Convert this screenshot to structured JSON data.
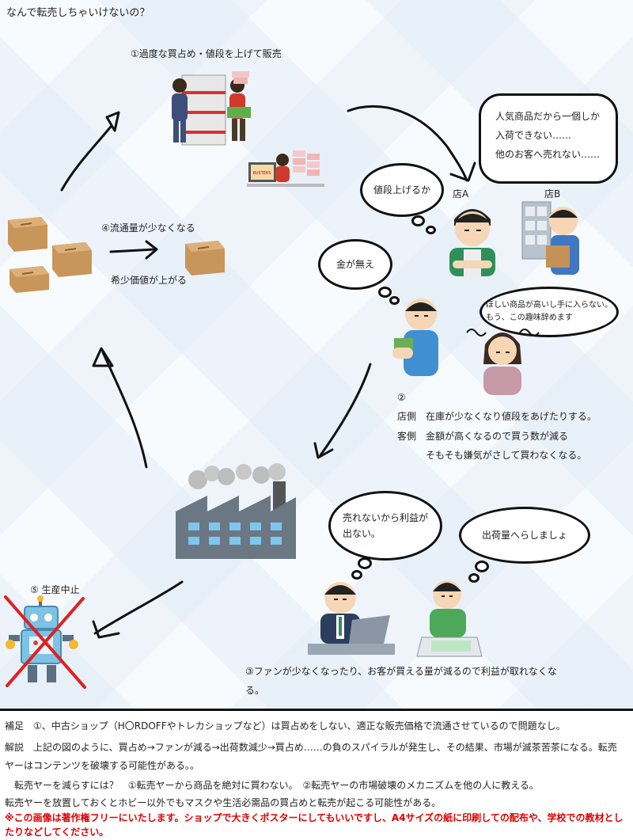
{
  "title": "なんで転売しちゃいけないの？",
  "steps": {
    "s1": "①過度な買占め・値段を上げて販売",
    "s2_num": "②",
    "s2_shop": "店側　在庫が少なくなり値段をあげたりする。",
    "s2_cust1": "客側　金額が高くなるので買う数が減る",
    "s2_cust2": "そもそも嫌気がさして買わなくなる。",
    "s3_line1": "③ファンが少なくなったり、お客が買える量が減るので利益が取れなくな",
    "s3_line2": "る。",
    "s4": "④流通量が少なくなる",
    "s4_sub": "希少価値が上がる",
    "s5": "⑤ 生産中止"
  },
  "labels": {
    "store_a": "店A",
    "store_b": "店B",
    "shop_sign": "BUSTERS"
  },
  "bubbles": {
    "store_b_line1": "人気商品だから一個しか",
    "store_b_line2": "入荷できない……",
    "store_b_line3": "他のお客へ売れない……",
    "store_a": "値段上げるか",
    "no_money": "金が無え",
    "woman_line1": "ほしい商品が高いし手に入らない。",
    "woman_line2": "もう、この趣味辞めます",
    "no_profit_line1": "売れないから利益が",
    "no_profit_line2": "出ない。",
    "reduce": "出荷量へらしましょ"
  },
  "notes": {
    "supplement": "補足　①、中古ショップ（H〇RDOFFやトレカショップなど）は買占めをしない、適正な販売価格で流通させているので問題なし。",
    "explain1": "解説　上記の図のように、買占め→ファンが減る→出荷数減少→買占め……の負のスパイラルが発生し、その結果、市場が滅茶苦茶になる。転売",
    "explain2": "ヤーはコンテンツを破壊する可能性がある。。",
    "reduce_q": "　転売ヤーを減らすには？　①転売ヤーから商品を絶対に買わない。　②転売ヤーの市場破壊のメカニズムを他の人に教える。",
    "leave": "転売ヤーを放置しておくとホビー以外でもマスクや生活必需品の買占めと転売が起こる可能性がある。",
    "copyright1": "※この画像は著作権フリーにいたします。ショップで大きくポスターにしてもいいですし、A4サイズの紙に印刷しての配布や、学校での教材とし",
    "copyright2": "たりなどしてください。"
  },
  "colors": {
    "box": "#c8965a",
    "factory": "#6c7784",
    "red_note": "#e00000",
    "cross": "#e02020"
  }
}
